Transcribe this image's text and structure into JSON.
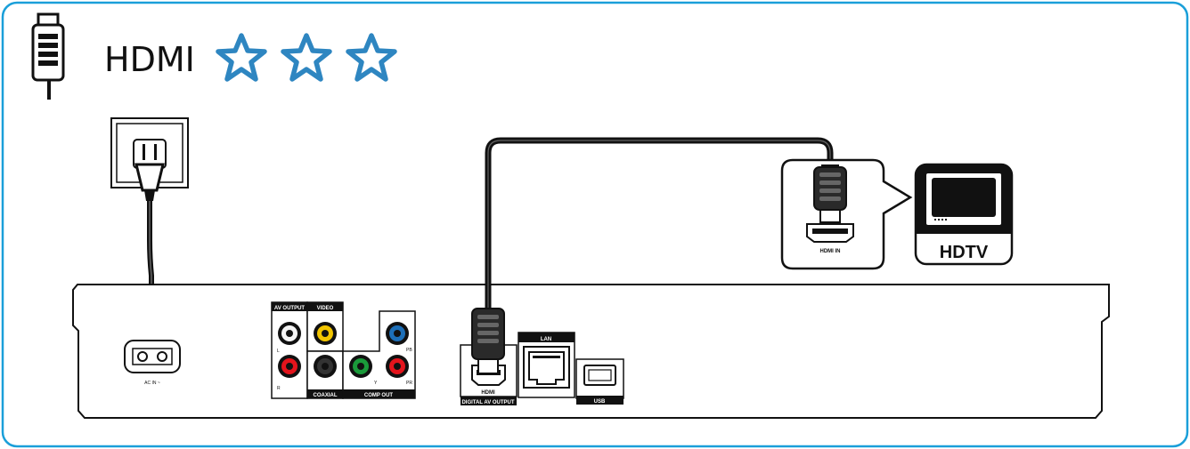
{
  "header": {
    "title": "HDMI",
    "rating_value": 0,
    "rating_max": 3,
    "star_color": "#2e86c1"
  },
  "frame": {
    "border_color": "#1a9fd9"
  },
  "player": {
    "ac_in_label": "AC IN ~",
    "av_output_label": "AV OUTPUT",
    "left_label": "L",
    "right_label": "R",
    "video_label": "VIDEO",
    "coaxial_label": "COAXIAL",
    "comp_out_label": "COMP OUT",
    "y_label": "Y",
    "pb_label": "PB",
    "pr_label": "PR",
    "hdmi_port_logo": "HDMI",
    "digital_av_output_label": "DIGITAL AV OUTPUT",
    "lan_label": "LAN",
    "usb_label": "USB"
  },
  "tv": {
    "hdmi_in_label": "HDMI IN",
    "name": "HDTV"
  },
  "colors": {
    "white_jack": "#f4f4f4",
    "yellow_jack": "#f2c500",
    "red_jack": "#e3141c",
    "blue_jack": "#1d6fb8",
    "green_jack": "#1a9a3a",
    "black_jack": "#222222"
  }
}
